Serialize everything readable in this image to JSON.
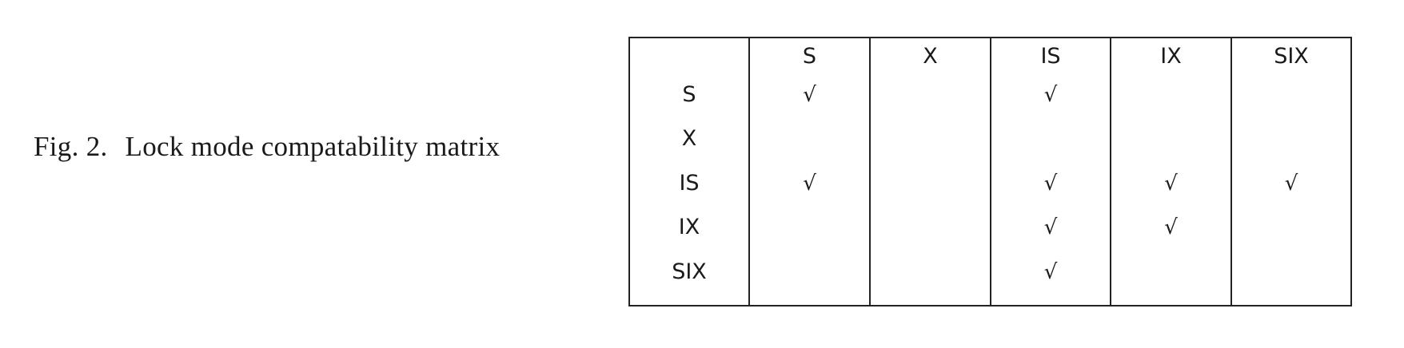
{
  "caption": {
    "label": "Fig. 2.",
    "text": "Lock mode compatability matrix"
  },
  "matrix": {
    "columns": [
      "S",
      "X",
      "IS",
      "IX",
      "SIX"
    ],
    "rows": [
      "S",
      "X",
      "IS",
      "IX",
      "SIX"
    ],
    "compatible_mark": "√",
    "compatible": [
      [
        true,
        false,
        true,
        false,
        false
      ],
      [
        false,
        false,
        false,
        false,
        false
      ],
      [
        true,
        false,
        true,
        true,
        true
      ],
      [
        false,
        false,
        true,
        true,
        false
      ],
      [
        false,
        false,
        true,
        false,
        false
      ]
    ]
  }
}
